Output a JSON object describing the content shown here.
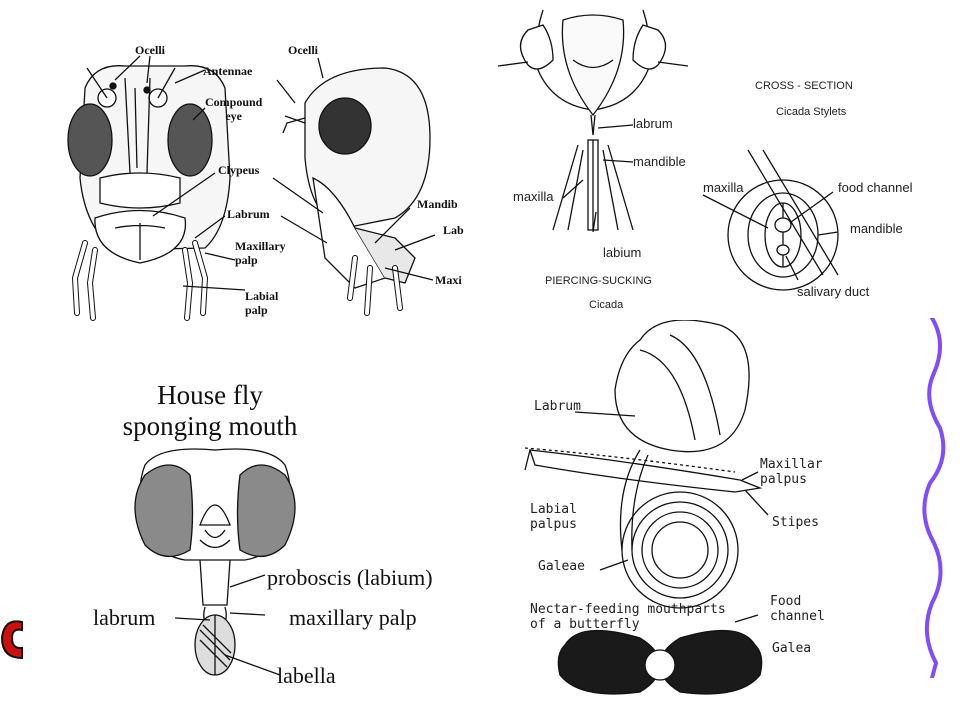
{
  "grasshopper": {
    "labels": {
      "ocelli_left": "Ocelli",
      "ocelli_right": "Ocelli",
      "antennae": "Antennae",
      "compound_eye": "Compound\neye",
      "clypeus": "Clypeus",
      "labrum": "Labrum",
      "maxillary_palp": "Maxillary\npalp",
      "labial_palp": "Labial\npalp",
      "mandible_cut": "Mandib",
      "labium_cut": "Lab",
      "maxilla_cut": "Maxi"
    }
  },
  "cicada": {
    "labels": {
      "labrum": "labrum",
      "mandible": "mandible",
      "maxilla": "maxilla",
      "labium": "labium",
      "type": "PIERCING-SUCKING",
      "name": "Cicada"
    },
    "cross_section": {
      "title": "CROSS - SECTION",
      "subtitle": "Cicada Stylets",
      "maxilla": "maxilla",
      "food_channel": "food channel",
      "mandible": "mandible",
      "salivary_duct": "salivary duct"
    }
  },
  "housefly": {
    "title": "House fly\nsponging mouth",
    "labels": {
      "proboscis": "proboscis (labium)",
      "labrum": "labrum",
      "maxillary_palp": "maxillary palp",
      "labella": "labella"
    }
  },
  "butterfly": {
    "labels": {
      "labrum": "Labrum",
      "maxillar_palpus": "Maxillar\npalpus",
      "labial_palpus": "Labial\npalpus",
      "stipes": "Stipes",
      "galeae": "Galeae",
      "caption": "Nectar-feeding mouthparts\nof a butterfly",
      "food_channel": "Food\nchannel",
      "galea": "Galea"
    }
  },
  "colors": {
    "wave": "#7f4cff",
    "logo_red": "#cc1010",
    "ink": "#111111"
  }
}
